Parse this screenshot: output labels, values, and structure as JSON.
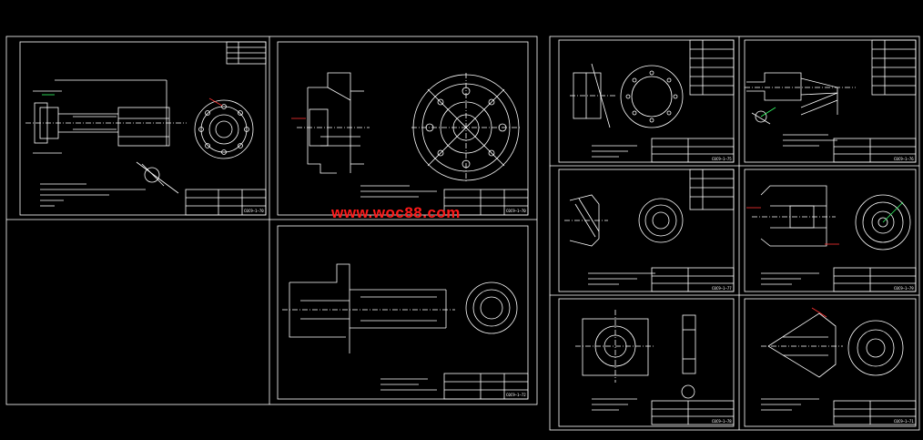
{
  "watermark": "www.woc88.com",
  "colors": {
    "background": "#000000",
    "lines": "#ffffff",
    "watermark": "#ff1a1a",
    "center_lines": "#ff3333",
    "dims": "#33ff66"
  },
  "sheets": {
    "sheet_a": {
      "code": "C0C9—1—70"
    },
    "sheet_b": {
      "code": "C0C9—1—70"
    },
    "sheet_d": {
      "code": "C0C9—1—75"
    },
    "sheet_e": {
      "code": "C0C9—1—76"
    },
    "sheet_f": {
      "code": "C0C9—1—77"
    },
    "sheet_g": {
      "code": "C0C9—1—79"
    },
    "sheet_h": {
      "code": "C0C9—1—78"
    },
    "sheet_i": {
      "code": "C0C9—1—71"
    },
    "sheet_j": {
      "code": "C0C9—1—72"
    }
  }
}
